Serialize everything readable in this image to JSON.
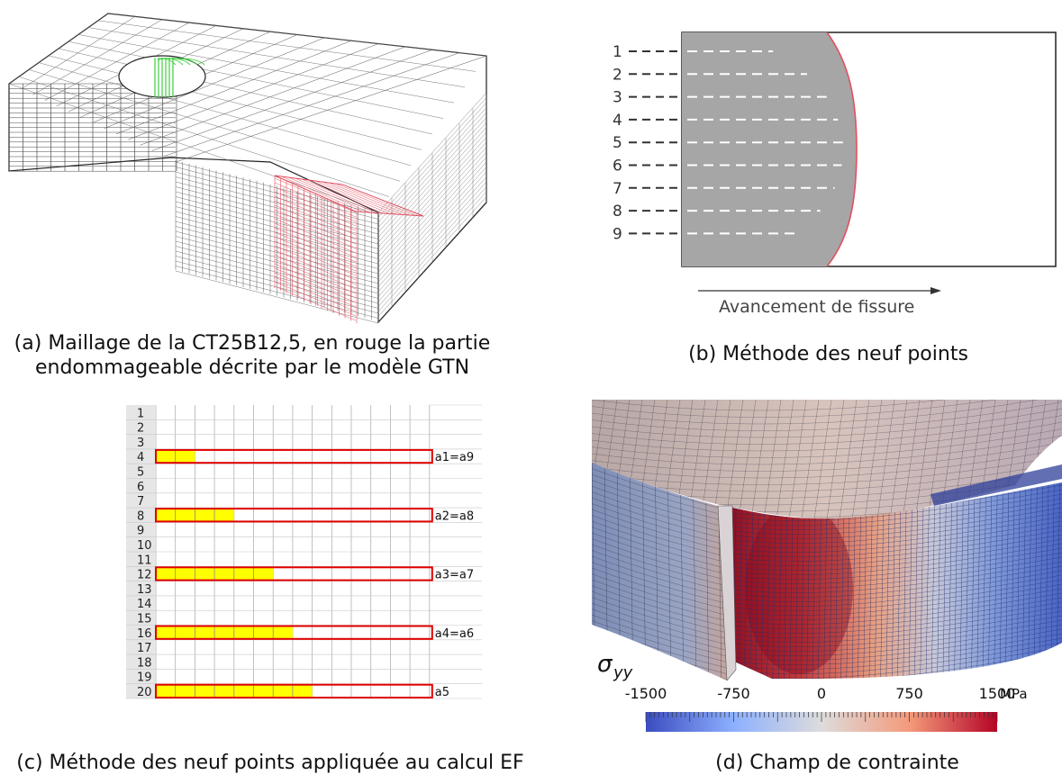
{
  "panel_a": {
    "caption_line1": "(a) Maillage de la CT25B12,5, en rouge la partie",
    "caption_line2": "endommageable décrite par le modèle GTN"
  },
  "panel_b": {
    "points": [
      "1",
      "2",
      "3",
      "4",
      "5",
      "6",
      "7",
      "8",
      "9"
    ],
    "arrow_label": "Avancement de fissure",
    "caption": "(b) Méthode des neuf points"
  },
  "panel_c": {
    "row_numbers": [
      "1",
      "2",
      "3",
      "4",
      "5",
      "6",
      "7",
      "8",
      "9",
      "10",
      "11",
      "12",
      "13",
      "14",
      "15",
      "16",
      "17",
      "18",
      "19",
      "20"
    ],
    "highlighted_rows": [
      {
        "row": "4",
        "filled_cells": 2,
        "label": "a1=a9"
      },
      {
        "row": "8",
        "filled_cells": 4,
        "label": "a2=a8"
      },
      {
        "row": "12",
        "filled_cells": 6,
        "label": "a3=a7"
      },
      {
        "row": "16",
        "filled_cells": 7,
        "label": "a4=a6"
      },
      {
        "row": "20",
        "filled_cells": 8,
        "label": "a5"
      }
    ],
    "caption": "(c) Méthode des neuf points appliquée au calcul EF"
  },
  "panel_d": {
    "field_symbol": "σ",
    "field_subscript": "yy",
    "colorbar_ticks": [
      "-1500",
      "-750",
      "0",
      "750",
      "1500"
    ],
    "unit": "MPa",
    "caption": "(d) Champ de contrainte"
  },
  "colors": {
    "damage_mesh": "#e05060",
    "hole_mesh": "#3ecf3e",
    "fill_gray": "#a6a6a6",
    "excel_yellow": "#ffff00",
    "excel_red": "#e00000"
  }
}
